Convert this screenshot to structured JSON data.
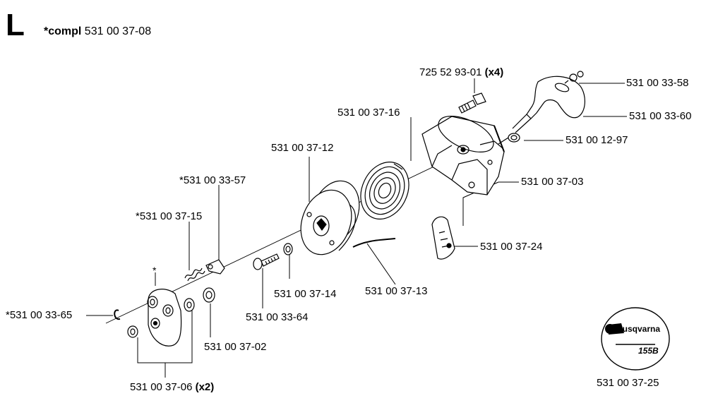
{
  "header": {
    "section_letter": "L",
    "kit_prefix": "*compl",
    "kit_number": "531 00 37-08"
  },
  "parts": [
    {
      "id": "p1",
      "number": "725 52 93-01",
      "qty": "(x4)"
    },
    {
      "id": "p2",
      "number": "531 00 33-58",
      "qty": ""
    },
    {
      "id": "p3",
      "number": "531 00 37-16",
      "qty": ""
    },
    {
      "id": "p4",
      "number": "531 00 33-60",
      "qty": ""
    },
    {
      "id": "p5",
      "number": "531 00 37-12",
      "qty": ""
    },
    {
      "id": "p6",
      "number": "531 00 12-97",
      "qty": ""
    },
    {
      "id": "p7",
      "number": "*531 00 33-57",
      "qty": ""
    },
    {
      "id": "p8",
      "number": "531 00 37-03",
      "qty": ""
    },
    {
      "id": "p9",
      "number": "*531 00 37-15",
      "qty": ""
    },
    {
      "id": "p10",
      "number": "531 00 37-24",
      "qty": ""
    },
    {
      "id": "p11",
      "number": "531 00 37-14",
      "qty": ""
    },
    {
      "id": "p12",
      "number": "531 00 37-13",
      "qty": ""
    },
    {
      "id": "p13",
      "number": "*531 00 33-65",
      "qty": ""
    },
    {
      "id": "p14",
      "number": "531 00 33-64",
      "qty": ""
    },
    {
      "id": "p15",
      "number": "531 00 37-02",
      "qty": ""
    },
    {
      "id": "p16",
      "number": "531 00 37-06",
      "qty": "(x2)"
    },
    {
      "id": "p17",
      "number": "531 00 37-25",
      "qty": ""
    }
  ],
  "asterisk_mark": "*",
  "decal": {
    "brand": "Husqvarna",
    "model": "155B"
  }
}
